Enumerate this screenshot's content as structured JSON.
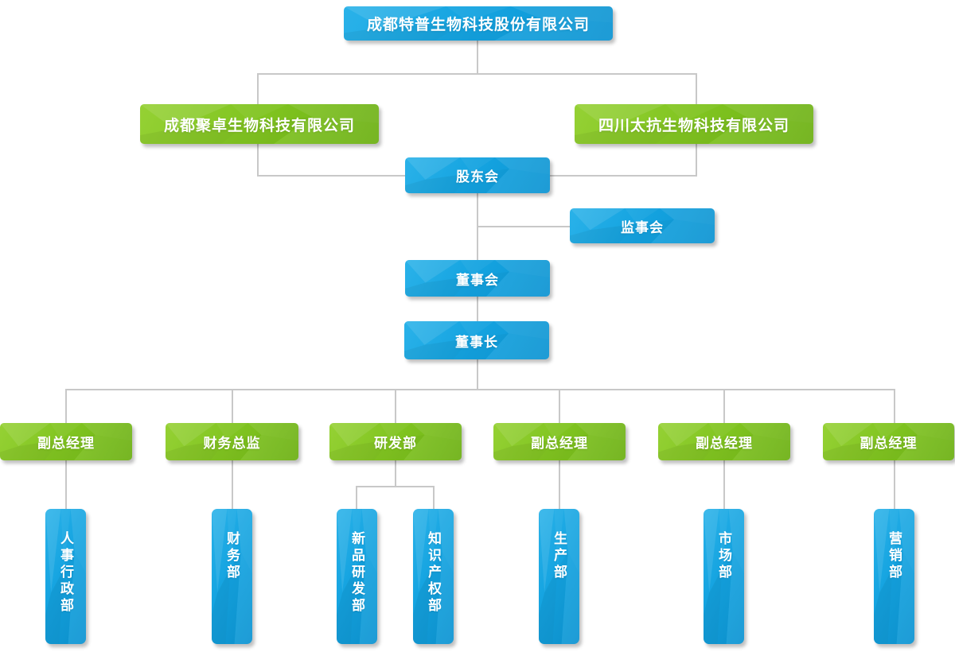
{
  "palette": {
    "background": "#ffffff",
    "connector_line": "#c8c8c8",
    "box_text": "#ffffff",
    "blue_box": "#14a3e0",
    "blue_box_light": "#2ab2e9",
    "blue_box_dark": "#0d94d2",
    "green_box": "#80c420",
    "green_box_light": "#95d134",
    "green_box_dark": "#6cb013"
  },
  "org_chart": {
    "nodes": [
      {
        "id": "parent-company",
        "label": "成都特普生物科技股份有限公司",
        "color": "blue",
        "orientation": "horizontal"
      },
      {
        "id": "subsidiary-juzhuo",
        "label": "成都聚卓生物科技有限公司",
        "color": "green",
        "orientation": "horizontal"
      },
      {
        "id": "subsidiary-taikang",
        "label": "四川太抗生物科技有限公司",
        "color": "green",
        "orientation": "horizontal"
      },
      {
        "id": "shareholders-meeting",
        "label": "股东会",
        "color": "blue",
        "orientation": "horizontal"
      },
      {
        "id": "supervisory-board",
        "label": "监事会",
        "color": "blue",
        "orientation": "horizontal"
      },
      {
        "id": "board-of-directors",
        "label": "董事会",
        "color": "blue",
        "orientation": "horizontal"
      },
      {
        "id": "chairman",
        "label": "董事长",
        "color": "blue",
        "orientation": "horizontal"
      },
      {
        "id": "vp-1",
        "label": "副总经理",
        "color": "green",
        "orientation": "horizontal"
      },
      {
        "id": "finance-director",
        "label": "财务总监",
        "color": "green",
        "orientation": "horizontal"
      },
      {
        "id": "rd-dept",
        "label": "研发部",
        "color": "green",
        "orientation": "horizontal"
      },
      {
        "id": "vp-2",
        "label": "副总经理",
        "color": "green",
        "orientation": "horizontal"
      },
      {
        "id": "vp-3",
        "label": "副总经理",
        "color": "green",
        "orientation": "horizontal"
      },
      {
        "id": "vp-4",
        "label": "副总经理",
        "color": "green",
        "orientation": "horizontal"
      },
      {
        "id": "hr-admin-dept",
        "label": "人事行政部",
        "color": "blue",
        "orientation": "vertical"
      },
      {
        "id": "finance-dept",
        "label": "财务部",
        "color": "blue",
        "orientation": "vertical"
      },
      {
        "id": "new-product-rd-dept",
        "label": "新品研发部",
        "color": "blue",
        "orientation": "vertical"
      },
      {
        "id": "ip-dept",
        "label": "知识产权部",
        "color": "blue",
        "orientation": "vertical"
      },
      {
        "id": "production-dept",
        "label": "生产部",
        "color": "blue",
        "orientation": "vertical"
      },
      {
        "id": "market-dept",
        "label": "市场部",
        "color": "blue",
        "orientation": "vertical"
      },
      {
        "id": "marketing-dept",
        "label": "营销部",
        "color": "blue",
        "orientation": "vertical"
      }
    ]
  }
}
